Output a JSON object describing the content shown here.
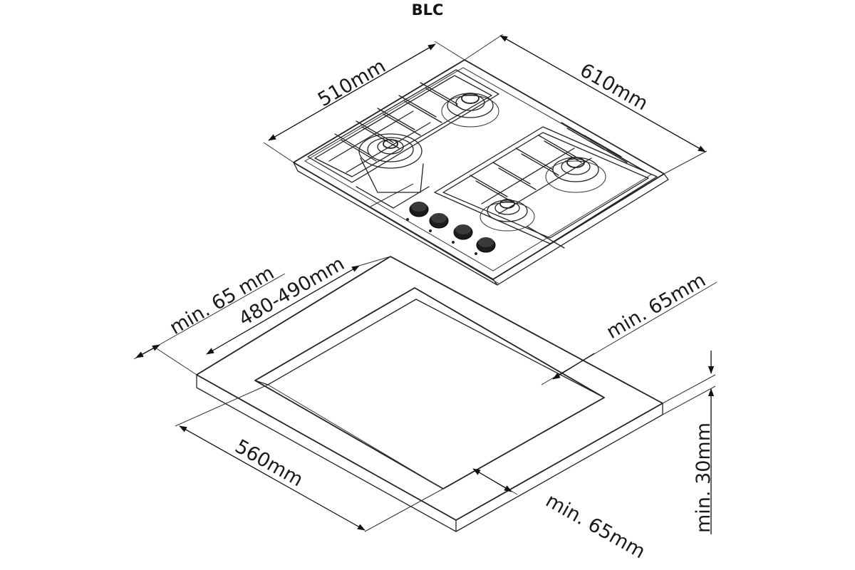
{
  "title": "BLC",
  "hob": {
    "depth_label": "510mm",
    "width_label": "610mm"
  },
  "cutout": {
    "front_clearance_label": "min. 65 mm",
    "depth_label": "480-490mm",
    "side_clearance_label": "min. 65mm",
    "width_label": "560mm",
    "back_clearance_label": "min. 65mm",
    "thickness_label": "min. 30mm"
  }
}
